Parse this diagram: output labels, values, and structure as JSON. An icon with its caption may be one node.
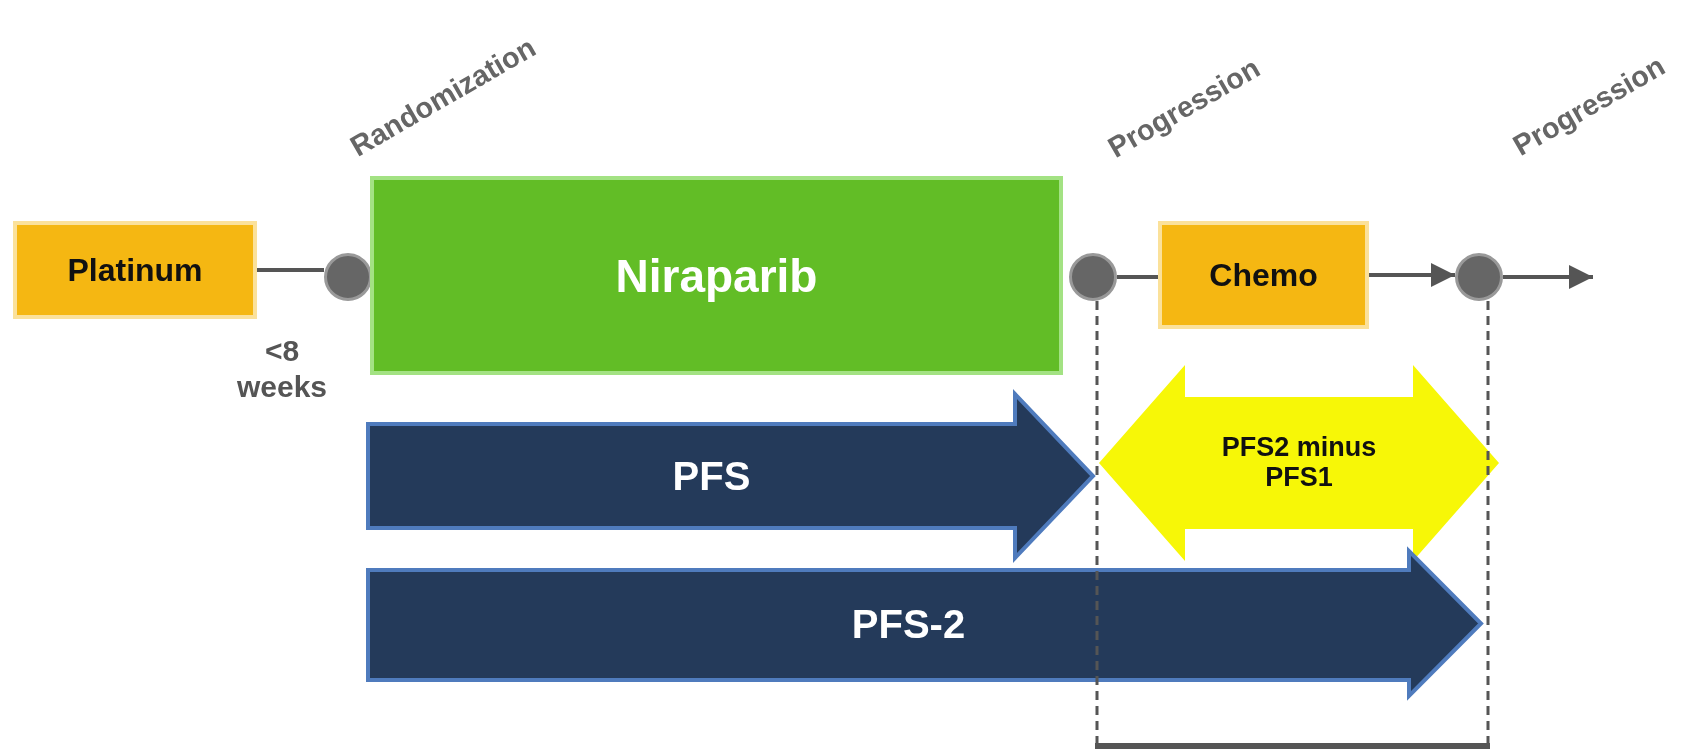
{
  "diagram": {
    "nodes": [
      {
        "text": [
          "Platinum"
        ]
      },
      {
        "text": [],
        "shape": "circle"
      },
      {
        "text": [
          "Niraparib"
        ]
      },
      {
        "text": [],
        "shape": "circle"
      },
      {
        "text": [
          "Chemo"
        ]
      },
      {
        "text": [],
        "shape": "circle"
      },
      {
        "text": [
          "PFS"
        ]
      },
      {
        "text": [
          "PFS2 minus PFS1"
        ]
      },
      {
        "text": [
          "PFS-2"
        ]
      }
    ],
    "edges": [
      {
        "from": 0,
        "to": 1,
        "arrow": "none"
      },
      {
        "from": 3,
        "to": 4,
        "arrow": "none"
      },
      {
        "from": 4,
        "to": 5,
        "arrow": "to"
      },
      {
        "from": 5,
        "to": null,
        "arrow": "to"
      }
    ],
    "labels": [
      "Randomization",
      "Progression",
      "Progression",
      "<8 weeks"
    ]
  }
}
